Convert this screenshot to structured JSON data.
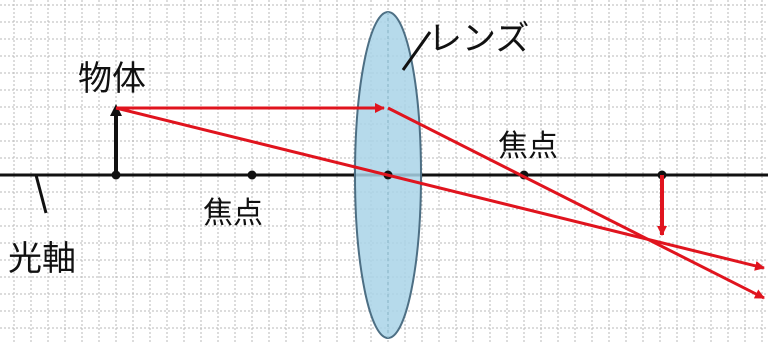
{
  "labels": {
    "object": "物体",
    "lens": "レンズ",
    "focal_point_right": "焦点",
    "focal_point_left": "焦点",
    "optical_axis": "光軸"
  },
  "colors": {
    "grid": "#b8b8b8",
    "axis": "#111111",
    "ray": "#e0141e",
    "lens_fill": "#a9d3e7",
    "lens_stroke": "#4d6f84",
    "object_arrow": "#111111",
    "image_arrow": "#e0141e"
  },
  "icons": {
    "object_arrow": "up-arrow-icon",
    "image_arrow": "down-arrow-icon",
    "ray_head": "arrowhead-icon"
  }
}
